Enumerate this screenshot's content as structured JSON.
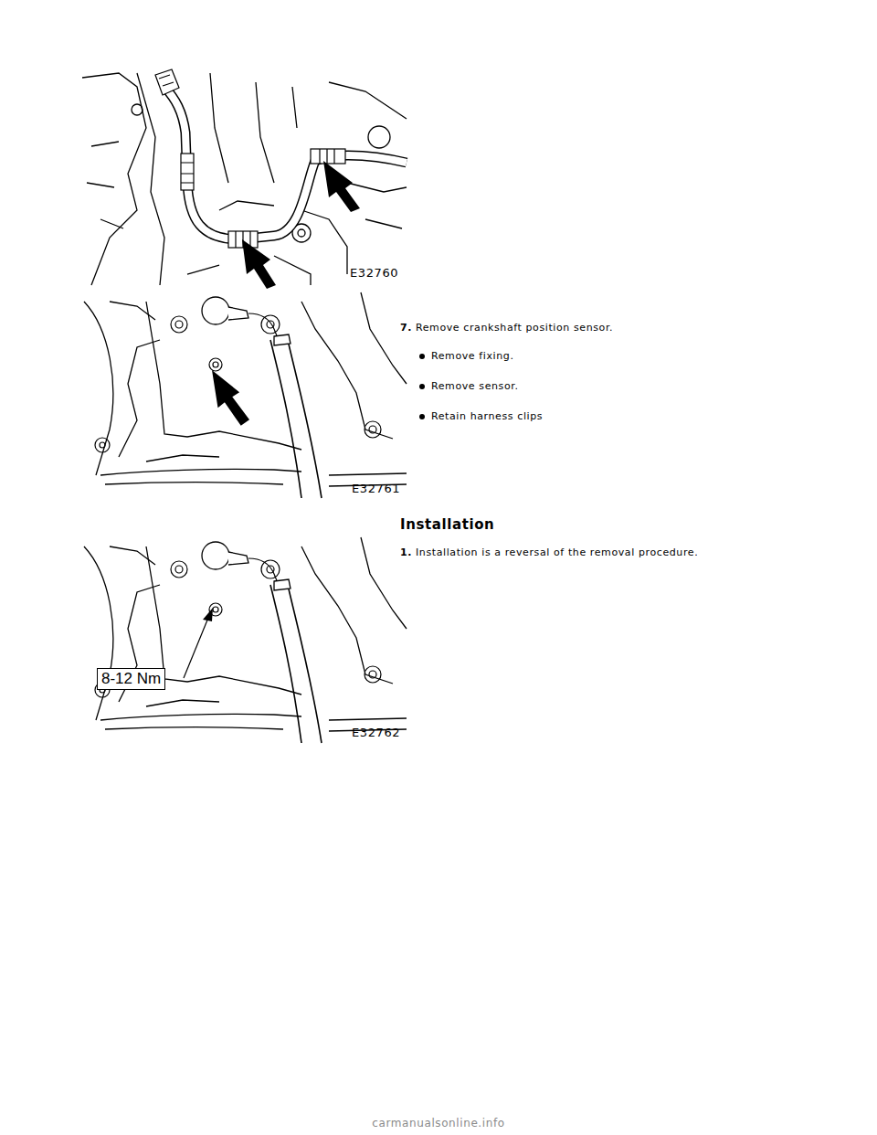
{
  "diagram": {
    "title": "Installation",
    "nodes": [
      {
        "text": [
          "8-12 Nm"
        ]
      }
    ],
    "labels": [
      "E32760",
      "7.",
      "Remove crankshaft position sensor.",
      "Remove fixing.",
      "Remove sensor.",
      "Retain harness clips",
      "E32761",
      "1.",
      "Installation is a reversal of the removal procedure.",
      "E32762",
      "carmanualsonline.info"
    ]
  }
}
